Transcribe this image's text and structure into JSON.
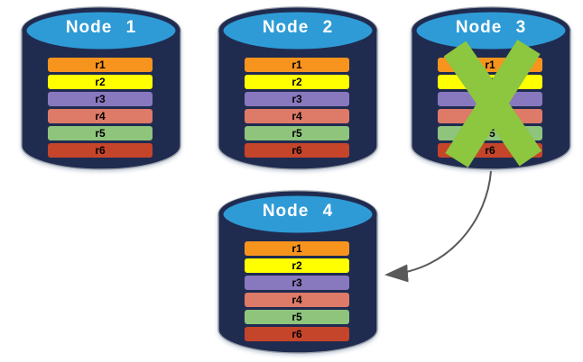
{
  "diagram": {
    "nodes": [
      {
        "label": "Node 1",
        "failed": false
      },
      {
        "label": "Node 2",
        "failed": false
      },
      {
        "label": "Node 3",
        "failed": true
      },
      {
        "label": "Node 4",
        "failed": false
      }
    ],
    "replicas": [
      {
        "label": "r1",
        "color": "#F7941E"
      },
      {
        "label": "r2",
        "color": "#FFFF00"
      },
      {
        "label": "r3",
        "color": "#8878BE"
      },
      {
        "label": "r4",
        "color": "#DE7A68"
      },
      {
        "label": "r5",
        "color": "#8FC47D"
      },
      {
        "label": "r6",
        "color": "#C5452B"
      }
    ],
    "colors": {
      "cylinder_body": "#202B50",
      "cylinder_top": "#2E9BD6",
      "failure_x": "#8DC63F",
      "arrow": "#595959"
    },
    "arrow": {
      "from": "Node 3",
      "to": "Node 4"
    }
  }
}
